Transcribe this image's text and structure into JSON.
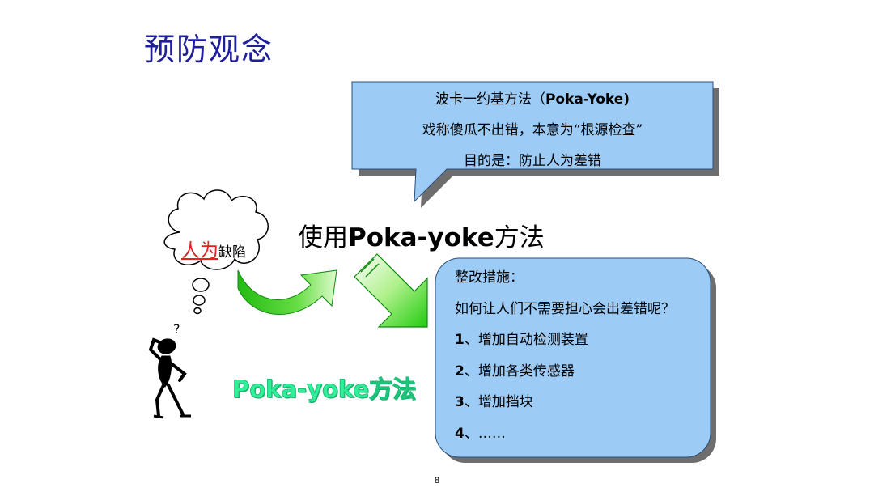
{
  "title": "预防观念",
  "callout": {
    "line1_cn": "波卡一约基方法（",
    "line1_en": "Poka-Yoke)",
    "line2": "戏称傻瓜不出错，本意为“根源检查”",
    "line3": "目的是：防止人为差错"
  },
  "heading": {
    "prefix": "使用",
    "bold": "Poka-yoke",
    "suffix": "方法"
  },
  "cloud": {
    "red_text": "人为",
    "black_text": "缺陷",
    "question_mark": "?"
  },
  "green_method": "Poka-yoke方法",
  "measures": {
    "title": "整改措施：",
    "question": "如何让人们不需要担心会出差错呢？",
    "items": [
      {
        "num": "1",
        "text": "、增加自动检测装置"
      },
      {
        "num": "2",
        "text": "、增加各类传感器"
      },
      {
        "num": "3",
        "text": "、增加挡块"
      },
      {
        "num": "4",
        "text": "、……"
      }
    ]
  },
  "page_number": "8",
  "colors": {
    "title": "#1f1f9a",
    "box_fill": "#9ccbf6",
    "box_shadow": "#6e6e6e",
    "arrow_green": "#33dd22",
    "cloud_red": "#e32222",
    "method_green": "#33ee99"
  },
  "icons": [
    "thinking-cloud-icon",
    "curved-arrow-icon",
    "diagonal-arrow-icon",
    "thinking-person-icon"
  ]
}
